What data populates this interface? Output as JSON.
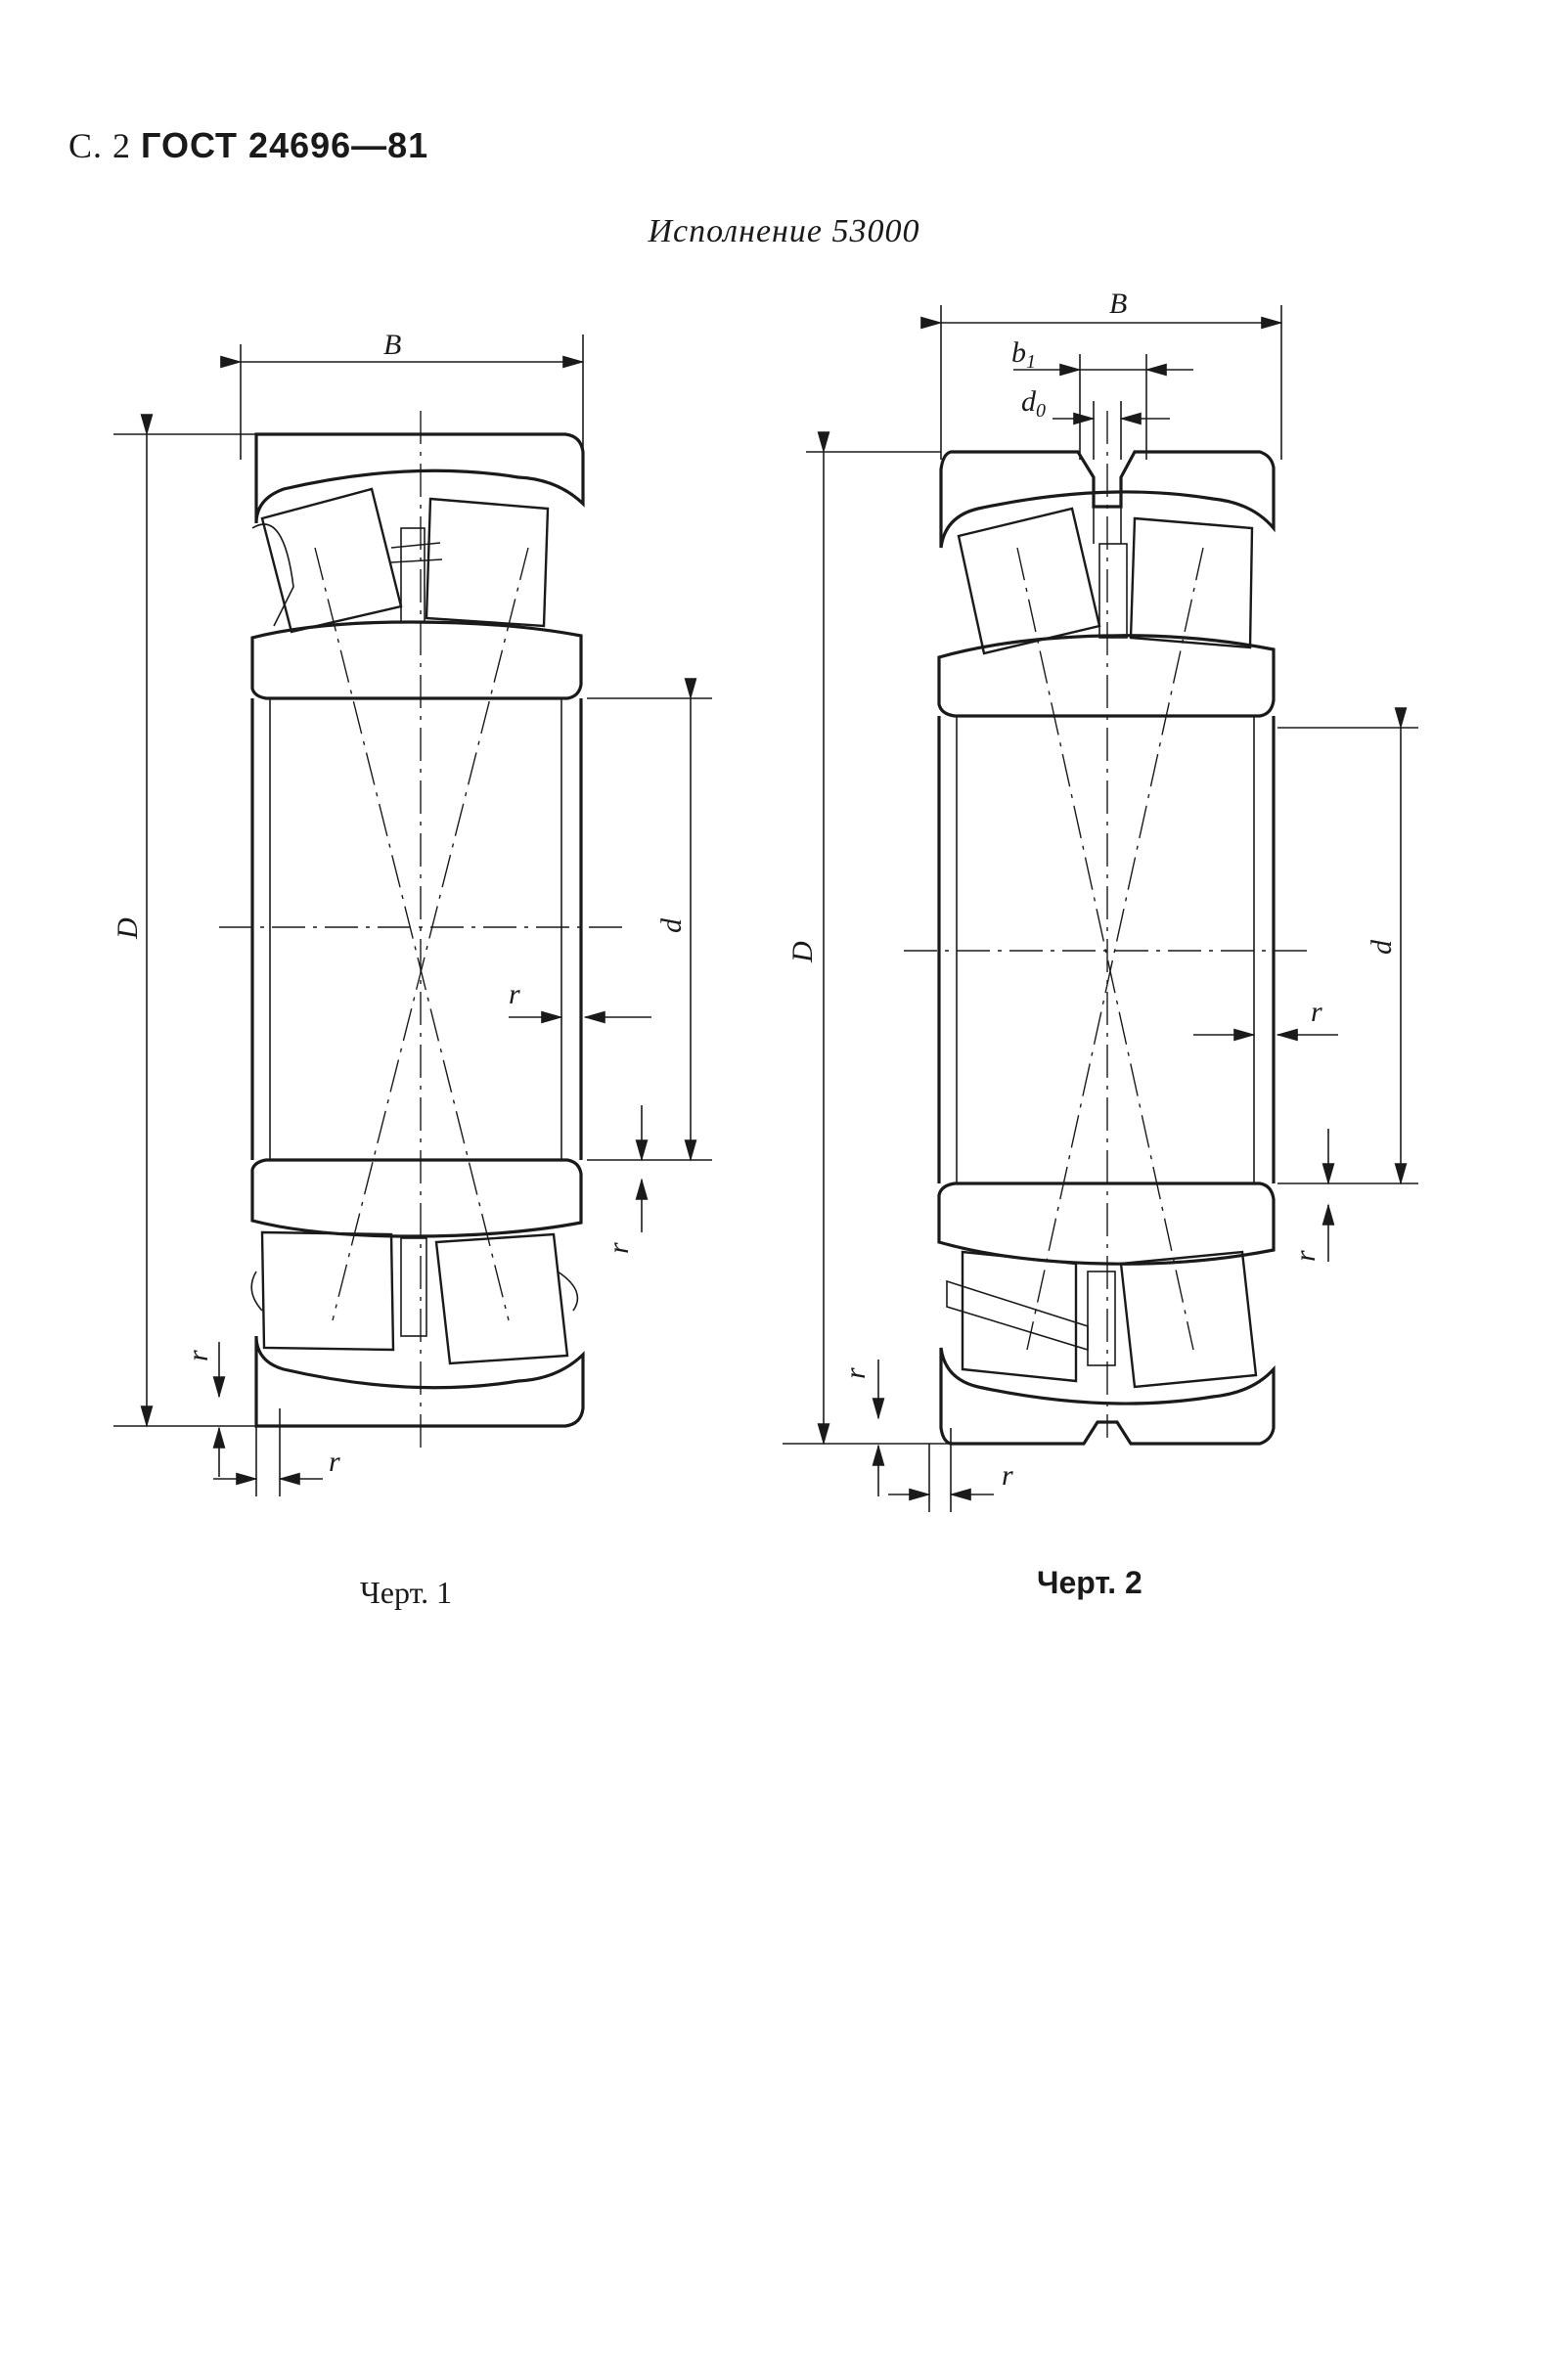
{
  "header": {
    "page_prefix": "С. 2",
    "standard": "ГОСТ 24696—81"
  },
  "subtitle": "Исполнение 53000",
  "figures": [
    {
      "caption": "Черт. 1",
      "labels": {
        "B": "B",
        "D": "D",
        "d": "d",
        "r": "r"
      }
    },
    {
      "caption": "Черт. 2",
      "labels": {
        "B": "B",
        "D": "D",
        "d": "d",
        "r": "r",
        "b1": "b",
        "b1_sub": "1",
        "d0": "d",
        "d0_sub": "0"
      }
    }
  ]
}
